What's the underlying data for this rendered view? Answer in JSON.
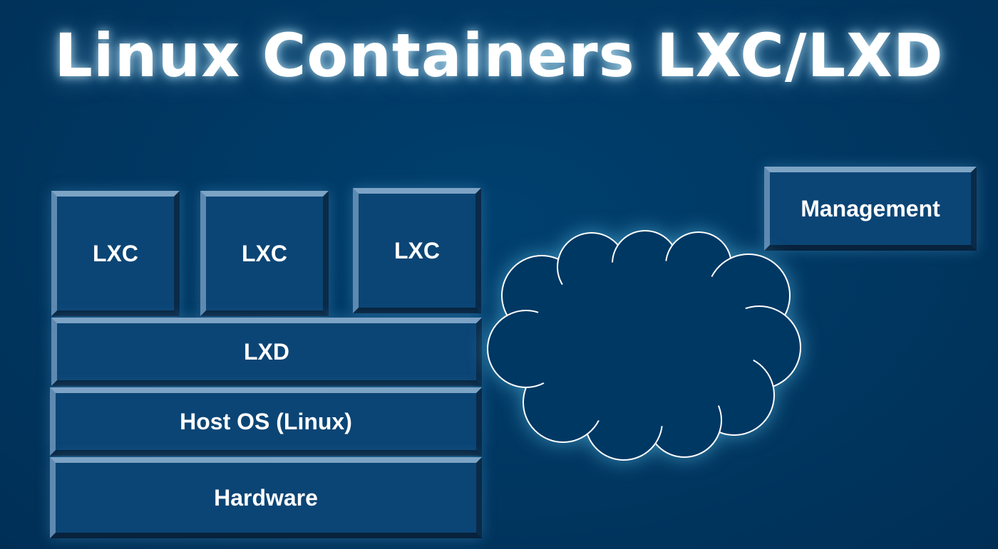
{
  "title": "Linux Containers LXC/LXD",
  "stack": {
    "containers": [
      {
        "label": "LXC"
      },
      {
        "label": "LXC"
      },
      {
        "label": "LXC"
      }
    ],
    "lxd_label": "LXD",
    "host_os_label": "Host OS (Linux)",
    "hardware_label": "Hardware"
  },
  "management_label": "Management",
  "cloud_icon": "cloud-icon",
  "colors": {
    "background": "#003660",
    "box_fill": "#0b4575",
    "text": "#ffffff",
    "glow": "#8fd3f0"
  }
}
